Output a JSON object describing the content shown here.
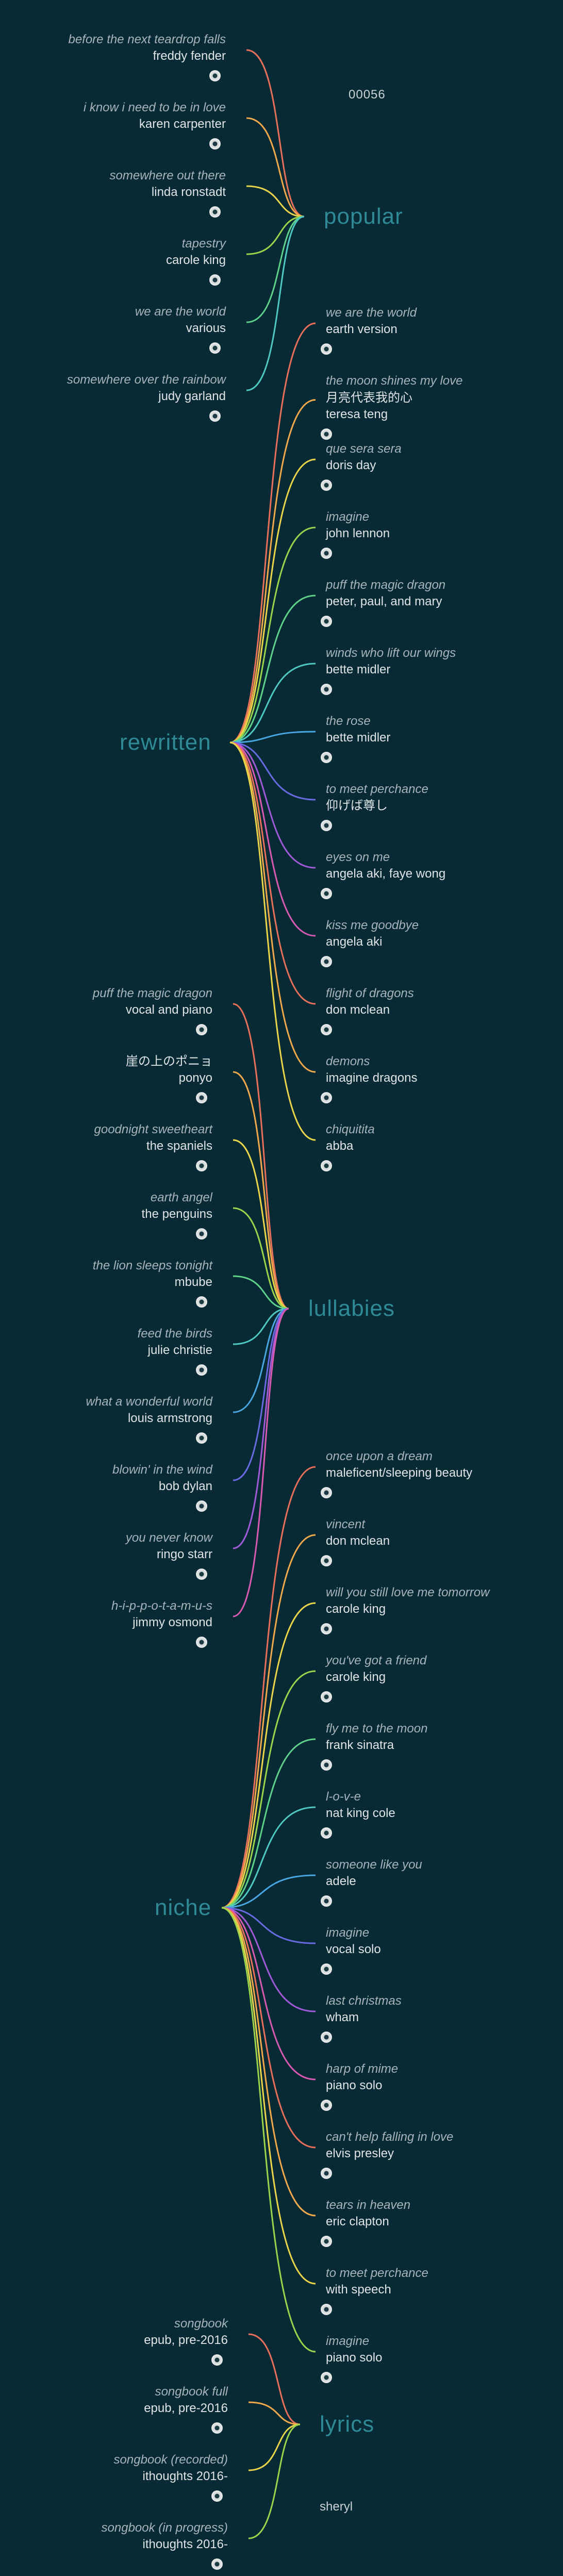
{
  "page_id": "00056",
  "signoff": "sheryl",
  "colors": {
    "background": "#072a35",
    "hub_text": "#2f8a96",
    "palette": [
      "#e8705a",
      "#f0a84a",
      "#e9d44a",
      "#9bd44c",
      "#5fd08a",
      "#4fc8c2",
      "#4aa6e0",
      "#6a6ae0",
      "#a05ad8",
      "#d85ab0"
    ]
  },
  "branches": [
    {
      "name": "popular",
      "side": "left",
      "items": [
        {
          "title": "before the next teardrop falls",
          "artist": "freddy fender",
          "icon": "cd-icon"
        },
        {
          "title": "i know i need to be in love",
          "artist": "karen carpenter",
          "icon": "cd-icon"
        },
        {
          "title": "somewhere out there",
          "artist": "linda ronstadt",
          "icon": "cd-icon"
        },
        {
          "title": "tapestry",
          "artist": "carole king",
          "icon": "cd-icon"
        },
        {
          "title": "we are the world",
          "artist": "various",
          "icon": "cd-icon"
        },
        {
          "title": "somewhere over the rainbow",
          "artist": "judy garland",
          "icon": "cd-icon"
        }
      ]
    },
    {
      "name": "rewritten",
      "side": "right",
      "items": [
        {
          "title": "we are the world",
          "subtitle": "",
          "artist": "earth version",
          "icon": "cd-icon"
        },
        {
          "title": "the moon shines my love",
          "subtitle": "月亮代表我的心",
          "artist": "teresa teng",
          "icon": "cd-icon"
        },
        {
          "title": "que sera sera",
          "subtitle": "",
          "artist": "doris day",
          "icon": "cd-icon"
        },
        {
          "title": "imagine",
          "subtitle": "",
          "artist": "john lennon",
          "icon": "cd-icon"
        },
        {
          "title": "puff the magic dragon",
          "subtitle": "",
          "artist": "peter, paul, and mary",
          "icon": "cd-icon"
        },
        {
          "title": "winds who lift our wings",
          "subtitle": "",
          "artist": "bette midler",
          "icon": "cd-icon"
        },
        {
          "title": "the rose",
          "subtitle": "",
          "artist": "bette midler",
          "icon": "cd-icon"
        },
        {
          "title": "to meet perchance",
          "subtitle": "",
          "artist": "仰げば尊し",
          "icon": "cd-icon"
        },
        {
          "title": "eyes on me",
          "subtitle": "",
          "artist": "angela aki, faye wong",
          "icon": "cd-icon"
        },
        {
          "title": "kiss me goodbye",
          "subtitle": "",
          "artist": "angela aki",
          "icon": "cd-icon"
        },
        {
          "title": "flight of dragons",
          "subtitle": "",
          "artist": "don mclean",
          "icon": "cd-icon"
        },
        {
          "title": "demons",
          "subtitle": "",
          "artist": "imagine dragons",
          "icon": "cd-icon"
        },
        {
          "title": "chiquitita",
          "subtitle": "",
          "artist": "abba",
          "icon": "cd-icon"
        }
      ]
    },
    {
      "name": "lullabies",
      "side": "left",
      "items": [
        {
          "title": "puff the magic dragon",
          "artist": "vocal and piano",
          "icon": "cd-icon"
        },
        {
          "title": "",
          "subtitle": "崖の上のポニョ",
          "artist": "ponyo",
          "icon": "cd-icon"
        },
        {
          "title": "goodnight sweetheart",
          "artist": "the spaniels",
          "icon": "cd-icon"
        },
        {
          "title": "earth angel",
          "artist": "the penguins",
          "icon": "cd-icon"
        },
        {
          "title": "the lion sleeps tonight",
          "artist": "mbube",
          "icon": "cd-icon"
        },
        {
          "title": "feed the birds",
          "artist": "julie christie",
          "icon": "cd-icon"
        },
        {
          "title": "what a wonderful world",
          "artist": "louis armstrong",
          "icon": "cd-icon"
        },
        {
          "title": "blowin' in the wind",
          "artist": "bob dylan",
          "icon": "cd-icon"
        },
        {
          "title": "you never know",
          "artist": "ringo starr",
          "icon": "cd-icon"
        },
        {
          "title": "h-i-p-p-o-t-a-m-u-s",
          "artist": "jimmy osmond",
          "icon": "cd-icon"
        }
      ]
    },
    {
      "name": "niche",
      "side": "right",
      "items": [
        {
          "title": "once upon a dream",
          "artist": "maleficent/sleeping beauty",
          "icon": "cd-icon"
        },
        {
          "title": "vincent",
          "artist": "don mclean",
          "icon": "cd-icon"
        },
        {
          "title": "will you still love me tomorrow",
          "artist": "carole king",
          "icon": "cd-icon"
        },
        {
          "title": "you've got a friend",
          "artist": "carole king",
          "icon": "cd-icon"
        },
        {
          "title": "fly me to the moon",
          "artist": "frank sinatra",
          "icon": "cd-icon"
        },
        {
          "title": "l-o-v-e",
          "artist": "nat king cole",
          "icon": "cd-icon"
        },
        {
          "title": "someone like you",
          "artist": "adele",
          "icon": "cd-icon"
        },
        {
          "title": "imagine",
          "artist": "vocal solo",
          "icon": "cd-icon"
        },
        {
          "title": "last christmas",
          "artist": "wham",
          "icon": "cd-icon"
        },
        {
          "title": "harp of mime",
          "artist": "piano solo",
          "icon": "cd-icon"
        },
        {
          "title": "can't help falling in love",
          "artist": "elvis presley",
          "icon": "cd-icon"
        },
        {
          "title": "tears in heaven",
          "artist": "eric clapton",
          "icon": "cd-icon"
        },
        {
          "title": "to meet perchance",
          "artist": "with speech",
          "icon": "cd-icon"
        },
        {
          "title": "imagine",
          "artist": "piano solo",
          "icon": "cd-icon"
        }
      ]
    },
    {
      "name": "lyrics",
      "side": "left",
      "items": [
        {
          "title": "songbook",
          "artist": "epub, pre-2016",
          "icon": "cd-icon"
        },
        {
          "title": "songbook full",
          "artist": "epub, pre-2016",
          "icon": "cd-icon"
        },
        {
          "title": "songbook (recorded)",
          "artist": "ithoughts 2016-",
          "icon": "cd-icon"
        },
        {
          "title": "songbook (in progress)",
          "artist": "ithoughts 2016-",
          "icon": "cd-icon"
        }
      ]
    }
  ]
}
